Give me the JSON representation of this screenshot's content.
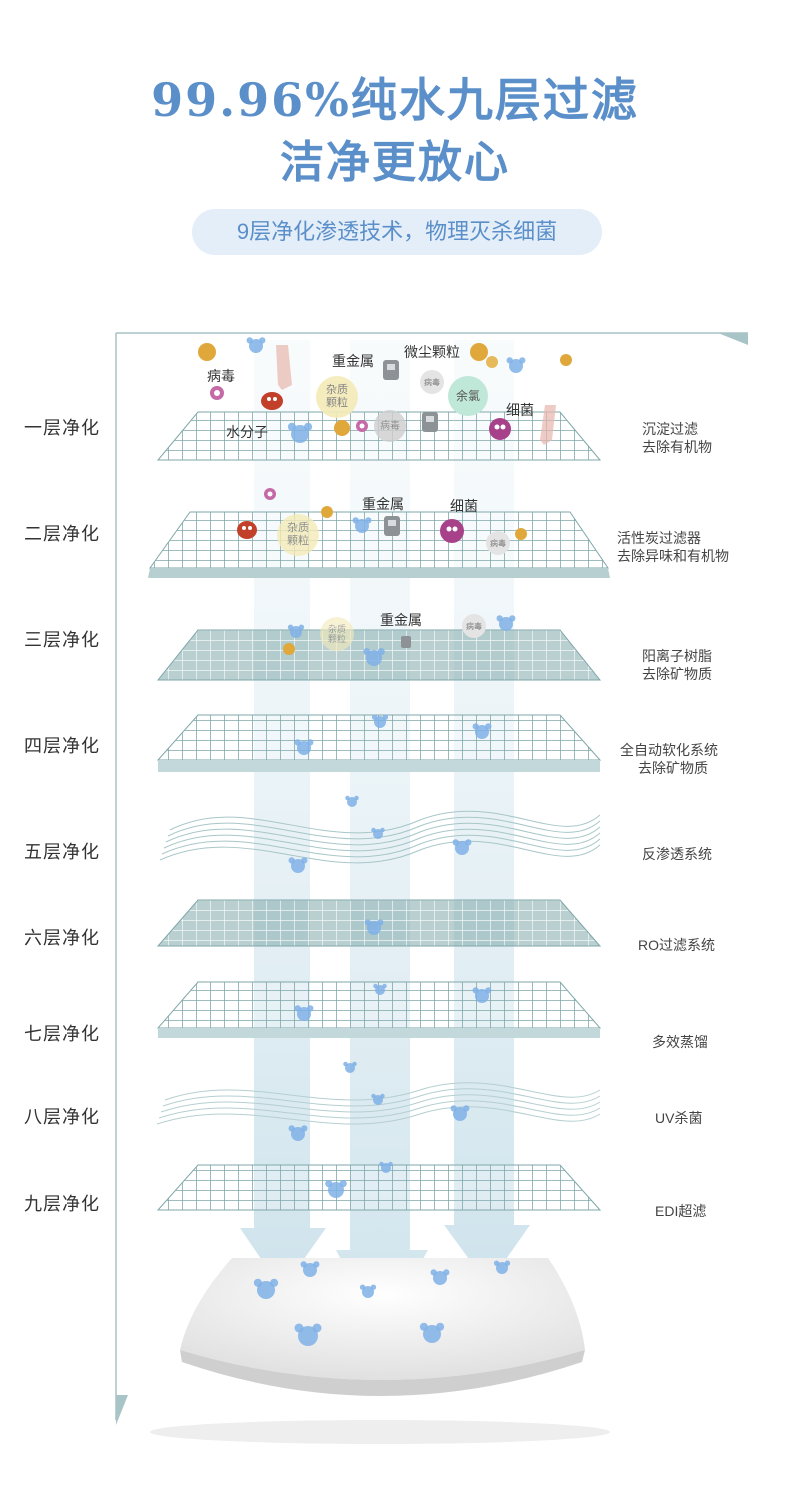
{
  "header": {
    "title_line1": "99.96%纯水九层过滤",
    "title_line2": "洁净更放心",
    "subtitle": "9层净化渗透技术，物理灭杀细菌"
  },
  "layers": [
    {
      "name": "一层净化",
      "desc": [
        "沉淀过滤",
        "去除有机物"
      ]
    },
    {
      "name": "二层净化",
      "desc": [
        "活性炭过滤器",
        "去除异味和有机物"
      ]
    },
    {
      "name": "三层净化",
      "desc": [
        "阳离子树脂",
        "去除矿物质"
      ]
    },
    {
      "name": "四层净化",
      "desc": [
        "全自动软化系统",
        "去除矿物质"
      ]
    },
    {
      "name": "五层净化",
      "desc": [
        "反渗透系统"
      ]
    },
    {
      "name": "六层净化",
      "desc": [
        "RO过滤系统"
      ]
    },
    {
      "name": "七层净化",
      "desc": [
        "多效蒸馏"
      ]
    },
    {
      "name": "八层净化",
      "desc": [
        "UV杀菌"
      ]
    },
    {
      "name": "九层净化",
      "desc": [
        "EDI超滤"
      ]
    }
  ],
  "particles": {
    "virus": "病毒",
    "heavy_metal": "重金属",
    "dust": "微尘颗粒",
    "water_molecule": "水分子",
    "bacteria": "细菌",
    "impurity": "杂质颗粒",
    "residual_chlorine": "余氯"
  },
  "colors": {
    "accent": "#5b8fc9",
    "pill_bg": "#e4eef9",
    "mesh": "#7fa7a9",
    "arrow": "#dbeaf1",
    "bubble": "#7fb0e6"
  }
}
